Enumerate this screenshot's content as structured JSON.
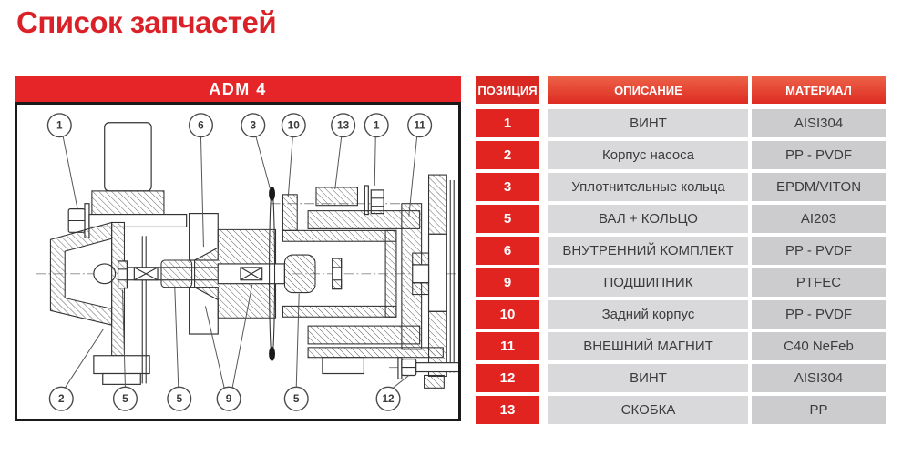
{
  "page": {
    "title": "Список запчастей"
  },
  "colors": {
    "title_red": "#DB2128",
    "banner_red": "#E52528",
    "header_red_dark": "#D92722",
    "header_red_gradient_top": "#EC6147",
    "row_number_red": "#E1241F",
    "cell_gray_description": "#D9D8DA",
    "cell_gray_material": "#CCCBCD",
    "cell_text": "#3C3C3E"
  },
  "diagram": {
    "banner_label": "ADM 4",
    "type": "pump cross-section technical drawing",
    "callouts_top": [
      "1",
      "6",
      "3",
      "10",
      "13",
      "1",
      "11"
    ],
    "callouts_bottom": [
      "2",
      "5",
      "5",
      "9",
      "5",
      "12"
    ]
  },
  "table": {
    "headers": [
      "ПОЗИЦИЯ",
      "ОПИСАНИЕ",
      "МАТЕРИАЛ"
    ],
    "rows": [
      {
        "position": "1",
        "description": "ВИНТ",
        "material": "AISI304"
      },
      {
        "position": "2",
        "description": "Корпус насоса",
        "material": "PP - PVDF"
      },
      {
        "position": "3",
        "description": "Уплотнительные кольца",
        "material": "EPDM/VITON"
      },
      {
        "position": "5",
        "description": "ВАЛ + КОЛЬЦО",
        "material": "AI203"
      },
      {
        "position": "6",
        "description": "ВНУТРЕННИЙ КОМПЛЕКТ",
        "material": "PP - PVDF"
      },
      {
        "position": "9",
        "description": "ПОДШИПНИК",
        "material": "PTFEC"
      },
      {
        "position": "10",
        "description": "Задний корпус",
        "material": "PP - PVDF"
      },
      {
        "position": "11",
        "description": "ВНЕШНИЙ МАГНИТ",
        "material": "C40 NeFeb"
      },
      {
        "position": "12",
        "description": "ВИНТ",
        "material": "AISI304"
      },
      {
        "position": "13",
        "description": "СКОБКА",
        "material": "PP"
      }
    ]
  }
}
